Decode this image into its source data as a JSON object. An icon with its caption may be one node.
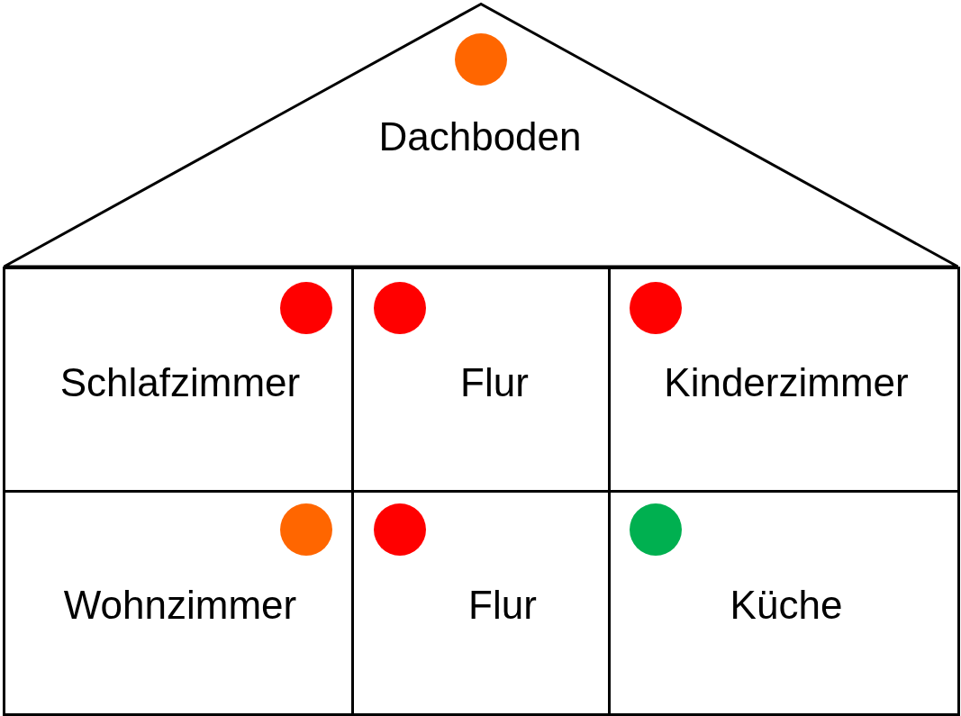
{
  "diagram": {
    "nodes": [
      {
        "text": [
          "Dachboden"
        ]
      },
      {
        "text": [],
        "shape": "circle",
        "in": 0
      },
      {
        "text": [
          "Schlafzimmer"
        ]
      },
      {
        "text": [],
        "shape": "circle",
        "in": 2
      },
      {
        "text": [
          "Flur"
        ]
      },
      {
        "text": [],
        "shape": "circle",
        "in": 4
      },
      {
        "text": [
          "Kinderzimmer"
        ]
      },
      {
        "text": [],
        "shape": "circle",
        "in": 6
      },
      {
        "text": [
          "Wohnzimmer"
        ]
      },
      {
        "text": [],
        "shape": "circle",
        "in": 8
      },
      {
        "text": [
          "Flur"
        ]
      },
      {
        "text": [],
        "shape": "circle",
        "in": 10
      },
      {
        "text": [
          "Küche"
        ]
      },
      {
        "text": [],
        "shape": "circle",
        "in": 12
      }
    ]
  }
}
